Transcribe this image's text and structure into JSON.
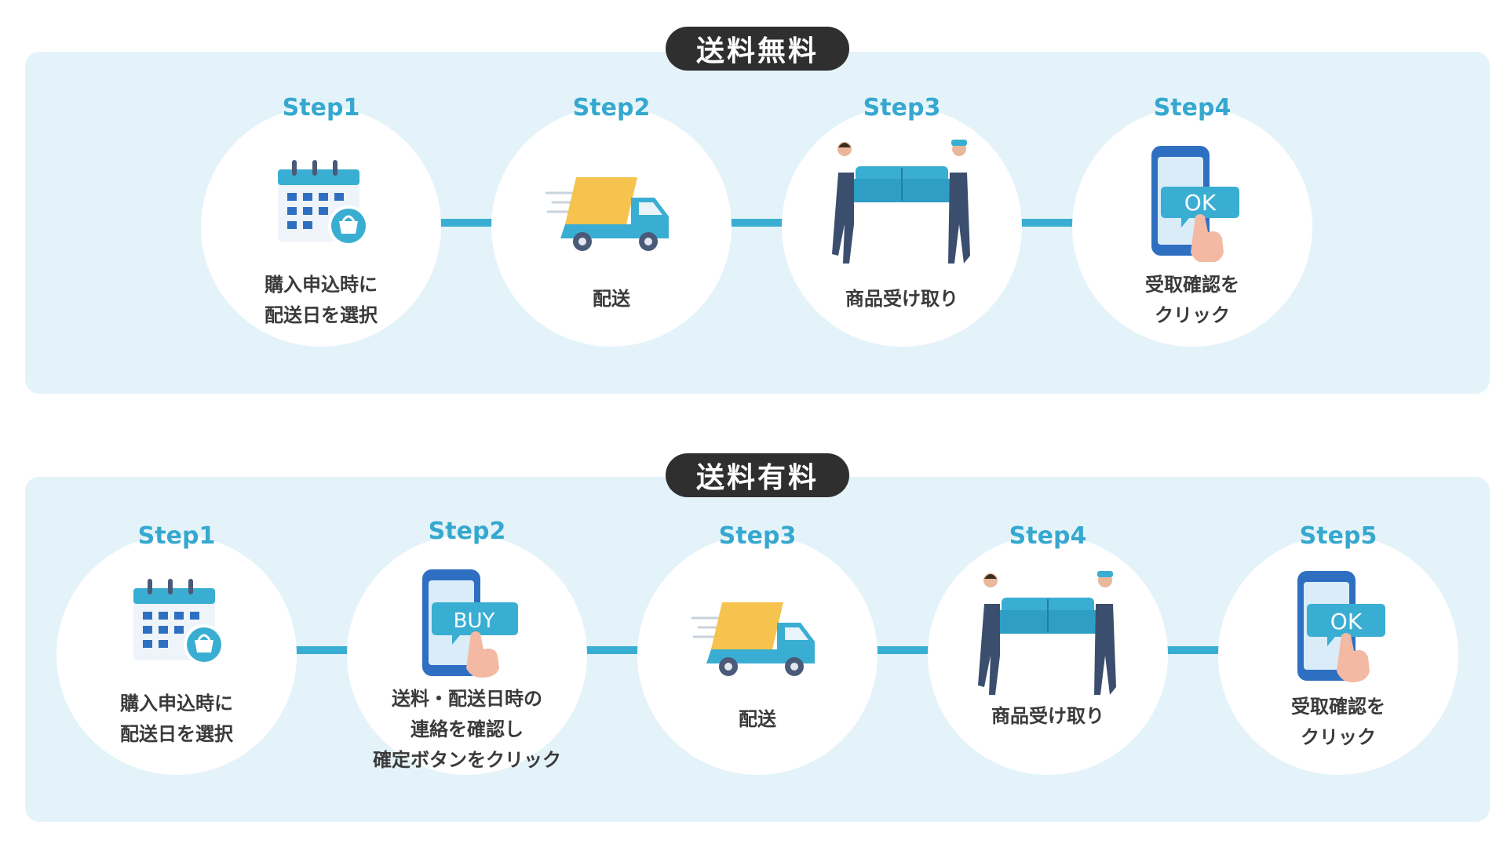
{
  "colors": {
    "panel_bg": "#e4f3f9",
    "accent": "#3aaed2",
    "step_label": "#36a8cf",
    "pill_bg": "#2f2f2f",
    "text": "#3a3a3a",
    "truck_cargo": "#f5c34e",
    "sofa": "#3aaed2",
    "worker_uniform": "#3c4e6e"
  },
  "free": {
    "title": "送料無料",
    "steps": [
      {
        "label": "Step1",
        "icon": "calendar-basket-icon",
        "text": "購入申込時に\n配送日を選択"
      },
      {
        "label": "Step2",
        "icon": "delivery-truck-icon",
        "text": "配送"
      },
      {
        "label": "Step3",
        "icon": "movers-sofa-icon",
        "text": "商品受け取り"
      },
      {
        "label": "Step4",
        "icon": "phone-ok-icon",
        "icon_text": "OK",
        "text": "受取確認を\nクリック"
      }
    ]
  },
  "paid": {
    "title": "送料有料",
    "steps": [
      {
        "label": "Step1",
        "icon": "calendar-basket-icon",
        "text": "購入申込時に\n配送日を選択"
      },
      {
        "label": "Step2",
        "icon": "phone-buy-icon",
        "icon_text": "BUY",
        "text": "送料・配送日時の\n連絡を確認し\n確定ボタンをクリック"
      },
      {
        "label": "Step3",
        "icon": "delivery-truck-icon",
        "text": "配送"
      },
      {
        "label": "Step4",
        "icon": "movers-sofa-icon",
        "text": "商品受け取り"
      },
      {
        "label": "Step5",
        "icon": "phone-ok-icon",
        "icon_text": "OK",
        "text": "受取確認を\nクリック"
      }
    ]
  }
}
